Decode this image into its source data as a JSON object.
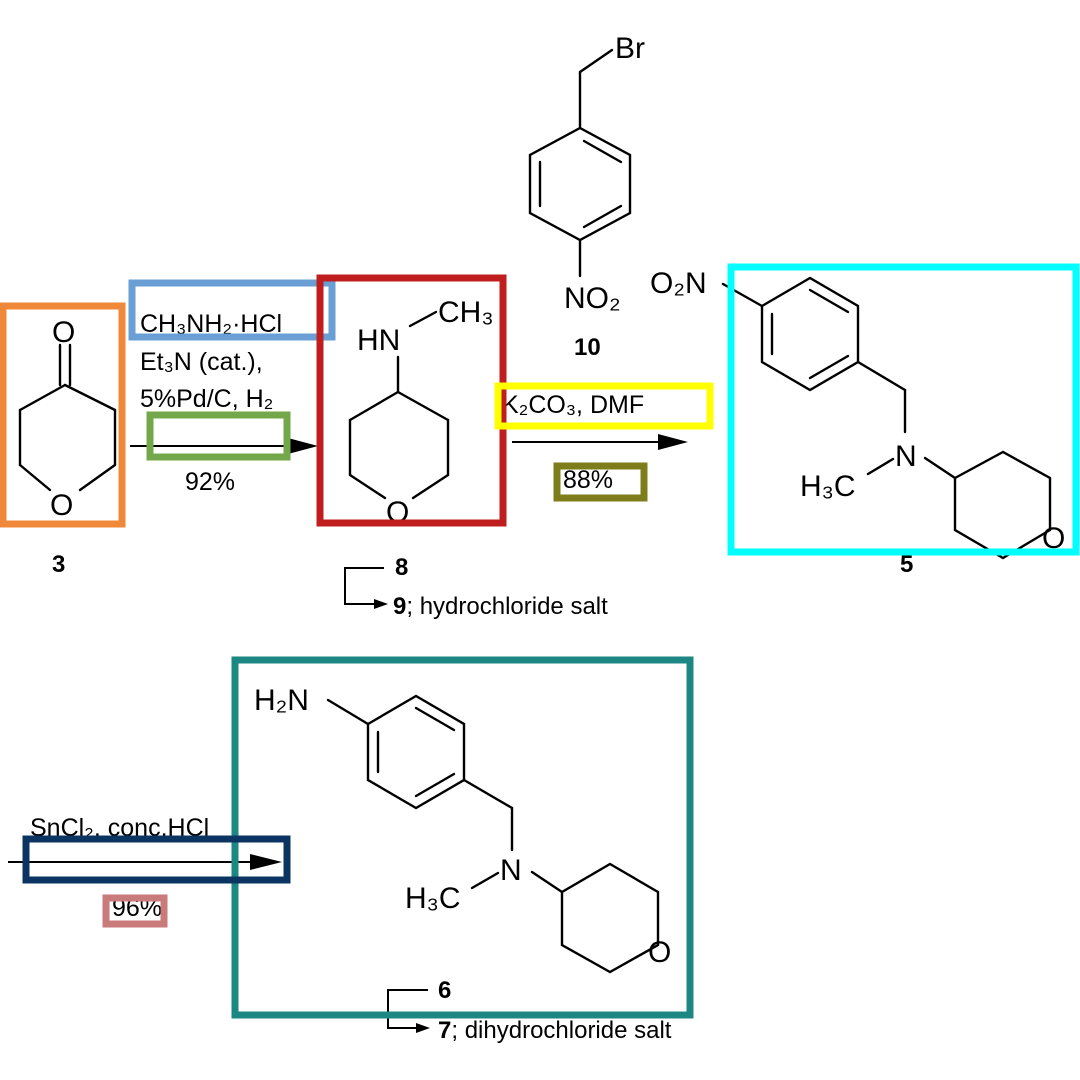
{
  "colors": {
    "orange": "#f0883a",
    "blue": "#6a9fd6",
    "green": "#73a84a",
    "red": "#c01e1e",
    "yellow": "#ffff00",
    "olive": "#7d7d1c",
    "cyan": "#00ffff",
    "teal": "#1d8783",
    "navy": "#0c3462",
    "pink": "#c97a7a"
  },
  "reagents": {
    "r1_line1": "CH₃NH₂·HCl",
    "r1_line2": "Et₃N (cat.),",
    "r1_line3": "5%Pd/C, H₂",
    "r1_yield": "92%",
    "r2_line1": "K₂CO₃, DMF",
    "r2_yield": "88%",
    "r3_line1": "SnCl₂, conc.HCl",
    "r3_yield": "96%"
  },
  "atoms": {
    "carbonyl_O": "O",
    "ring_O": "O",
    "HN": "HN",
    "CH3": "CH₃",
    "Br": "Br",
    "NO2": "NO₂",
    "O2N": "O₂N",
    "N": "N",
    "H3C": "H₃C",
    "H2N": "H₂N"
  },
  "compounds": {
    "c3": "3",
    "c8": "8",
    "c9": "9",
    "c9_note": "; hydrochloride salt",
    "c10": "10",
    "c5": "5",
    "c6": "6",
    "c7": "7",
    "c7_note": "; dihydrochloride salt"
  }
}
